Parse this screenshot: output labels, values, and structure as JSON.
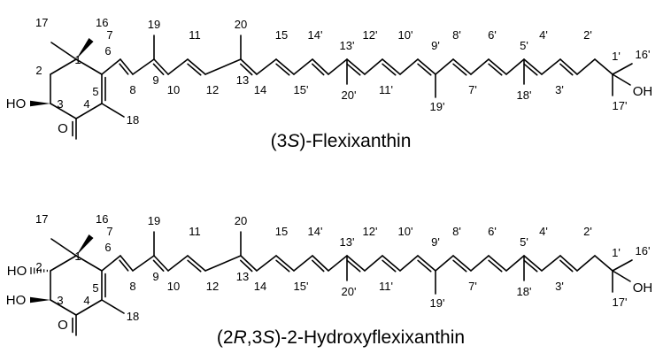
{
  "compounds": [
    {
      "caption_parts": [
        "(3",
        "S",
        ")-Flexixanthin"
      ],
      "atom_labels": {
        "c17": "17",
        "c16": "16",
        "c1": "1",
        "c2": "2",
        "c6": "6",
        "c7": "7",
        "c8": "8",
        "c19": "19",
        "c9": "9",
        "c10": "10",
        "c11": "11",
        "c12": "12",
        "c20": "20",
        "c13": "13",
        "c14": "14",
        "c15": "15",
        "c15p": "15'",
        "c14p": "14'",
        "c13p": "13'",
        "c20p": "20'",
        "c12p": "12'",
        "c11p": "11'",
        "c10p": "10'",
        "c9p": "9'",
        "c19p": "19'",
        "c8p": "8'",
        "c7p": "7'",
        "c6p": "6'",
        "c5p": "5'",
        "c18p": "18'",
        "c4p": "4'",
        "c3p": "3'",
        "c2p": "2'",
        "c1p": "1'",
        "c16p": "16'",
        "c17p": "17'",
        "c3": "3",
        "c4": "4",
        "c5": "5",
        "c18": "18"
      },
      "heteroatoms": {
        "oh_ring": "HO",
        "keto_o": "O",
        "oh_chain": "OH"
      }
    },
    {
      "caption_parts": [
        "(2",
        "R",
        ",3",
        "S",
        ")-2-Hydroxyflexixanthin"
      ],
      "atom_labels": {
        "c17": "17",
        "c16": "16",
        "c1": "1",
        "c2": "2",
        "c6": "6",
        "c7": "7",
        "c8": "8",
        "c19": "19",
        "c9": "9",
        "c10": "10",
        "c11": "11",
        "c12": "12",
        "c20": "20",
        "c13": "13",
        "c14": "14",
        "c15": "15",
        "c15p": "15'",
        "c14p": "14'",
        "c13p": "13'",
        "c20p": "20'",
        "c12p": "12'",
        "c11p": "11'",
        "c10p": "10'",
        "c9p": "9'",
        "c19p": "19'",
        "c8p": "8'",
        "c7p": "7'",
        "c6p": "6'",
        "c5p": "5'",
        "c18p": "18'",
        "c4p": "4'",
        "c3p": "3'",
        "c2p": "2'",
        "c1p": "1'",
        "c16p": "16'",
        "c17p": "17'",
        "c3": "3",
        "c4": "4",
        "c5": "5",
        "c18": "18"
      },
      "heteroatoms": {
        "oh_ring": "HO",
        "keto_o": "O",
        "oh_chain": "OH",
        "oh_c2": "HO"
      }
    }
  ]
}
